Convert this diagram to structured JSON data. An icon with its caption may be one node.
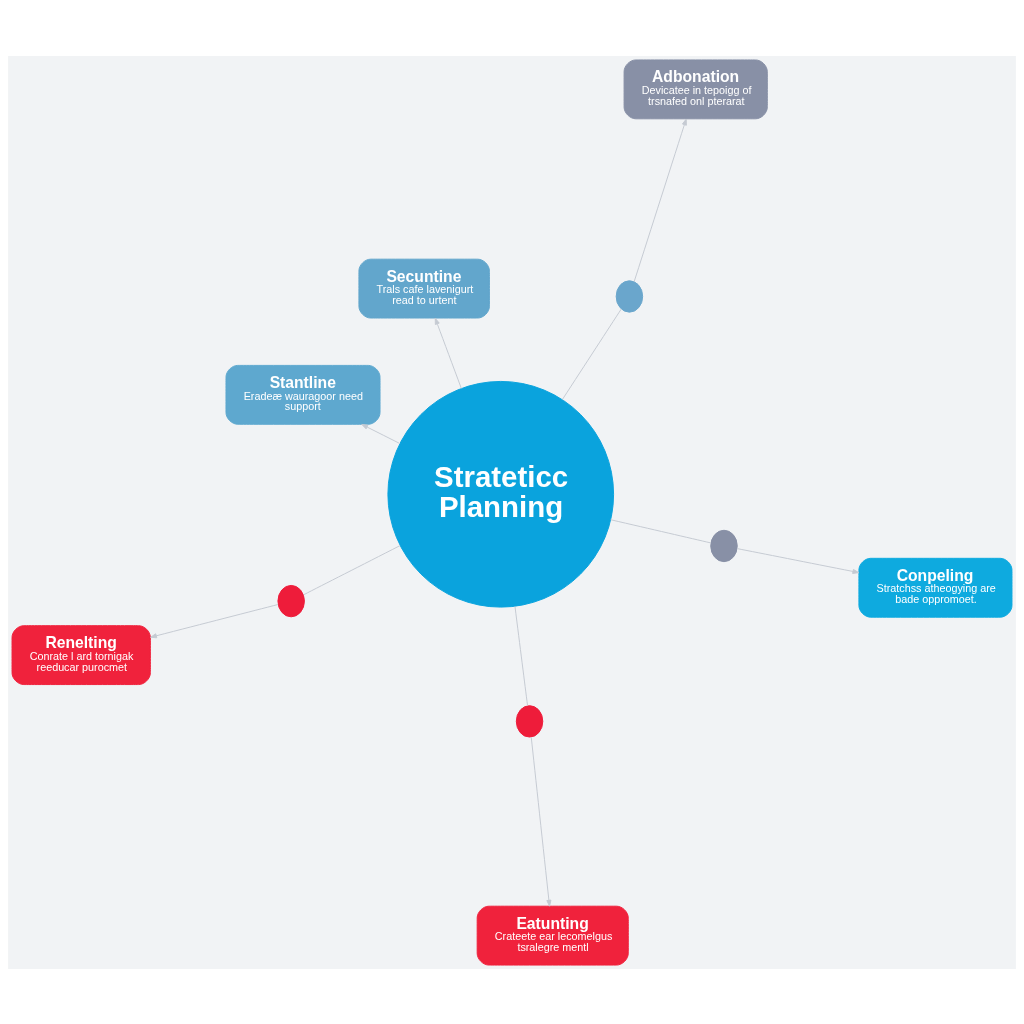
{
  "diagram": {
    "nodes": [
      {
        "text": [
          "Strateticc Planning"
        ]
      },
      {
        "text": [
          "Conpeling",
          "Stratchss atheogying are bade oppromoet."
        ]
      },
      {
        "text": [
          "Eatunting",
          "Crateete ear lecomelgus tsralegre mentl"
        ]
      },
      {
        "text": [
          "Stantline",
          "Eradeæ wauragoor need support"
        ]
      },
      {
        "text": [
          "Secuntine",
          "Trals cafe lavenigurt read to urtent"
        ]
      },
      {
        "text": [
          "Adbonation",
          "Devicatee in tepoigg of trsnafed onl pterarat"
        ]
      },
      {
        "text": [
          "Renelting",
          "Conrate l ard tornigak reeducar purocmet"
        ]
      },
      {
        "text": [],
        "shape": "circle"
      },
      {
        "text": [],
        "shape": "circle"
      },
      {
        "text": [],
        "shape": "circle"
      },
      {
        "text": [],
        "shape": "circle"
      }
    ],
    "edges": [
      {
        "from": 0,
        "to": 7,
        "arrow": "none"
      },
      {
        "from": 7,
        "to": 1,
        "arrow": "to"
      },
      {
        "from": 0,
        "to": 8,
        "arrow": "none"
      },
      {
        "from": 8,
        "to": 2,
        "arrow": "to"
      },
      {
        "from": 0,
        "to": 3,
        "arrow": "to"
      },
      {
        "from": 0,
        "to": 4,
        "arrow": "to"
      },
      {
        "from": 0,
        "to": 9,
        "arrow": "none"
      },
      {
        "from": 9,
        "to": 5,
        "arrow": "to"
      },
      {
        "from": 0,
        "to": 10,
        "arrow": "none"
      },
      {
        "from": 10,
        "to": 6,
        "arrow": "to"
      }
    ]
  }
}
